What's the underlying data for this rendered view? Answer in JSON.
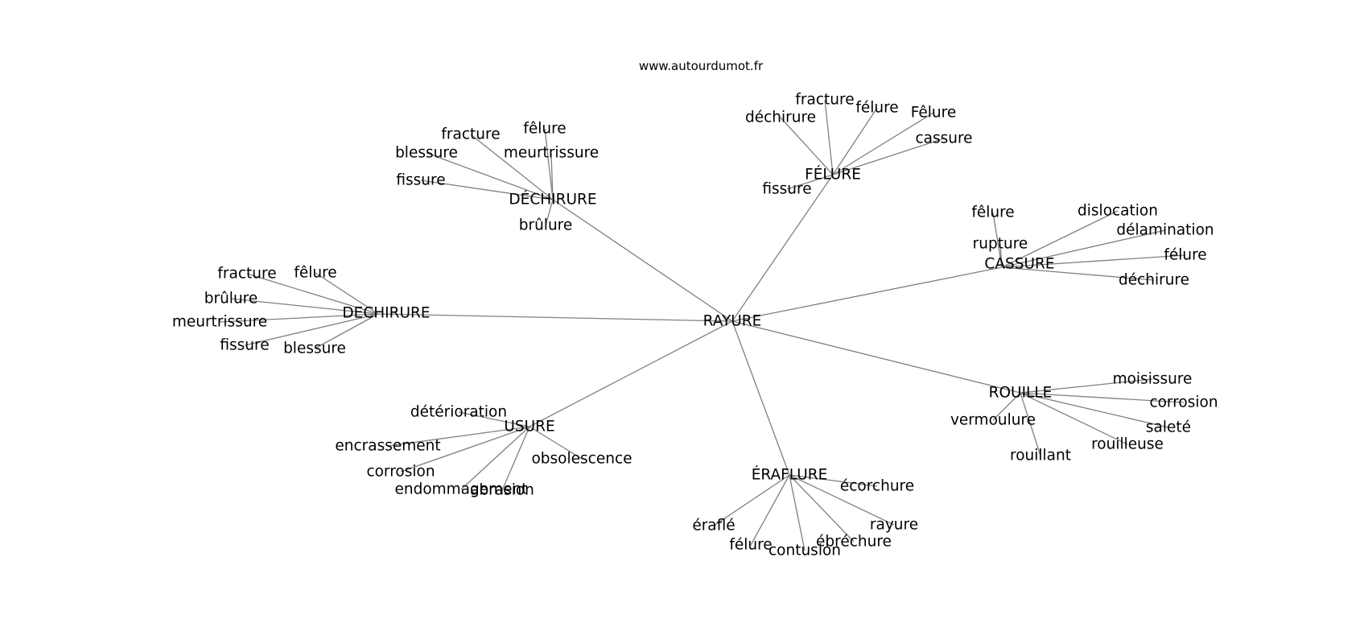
{
  "title": "www.autourdumot.fr",
  "center": {
    "label": "RAYURE"
  },
  "clusters": [
    {
      "label": "DÉCHIRURE",
      "leaves": [
        "fracture",
        "fêlure",
        "blessure",
        "meurtrissure",
        "fissure",
        "brûlure"
      ]
    },
    {
      "label": "FÉLURE",
      "leaves": [
        "fracture",
        "déchirure",
        "félure",
        "Fêlure",
        "cassure",
        "fissure"
      ]
    },
    {
      "label": "CASSURE",
      "leaves": [
        "fêlure",
        "dislocation",
        "délamination",
        "rupture",
        "félure",
        "déchirure"
      ]
    },
    {
      "label": "DECHIRURE",
      "leaves": [
        "fracture",
        "fêlure",
        "brûlure",
        "meurtrissure",
        "fissure",
        "blessure"
      ]
    },
    {
      "label": "ROUILLE",
      "leaves": [
        "moisissure",
        "corrosion",
        "vermoulure",
        "saleté",
        "rouilleuse",
        "rouillant"
      ]
    },
    {
      "label": "USURE",
      "leaves": [
        "détérioration",
        "encrassement",
        "obsolescence",
        "corrosion",
        "endommagement",
        "abrasion"
      ]
    },
    {
      "label": "ÉRAFLURE",
      "leaves": [
        "écorchure",
        "éraflé",
        "rayure",
        "félure",
        "ébréchure",
        "contusion"
      ]
    }
  ]
}
